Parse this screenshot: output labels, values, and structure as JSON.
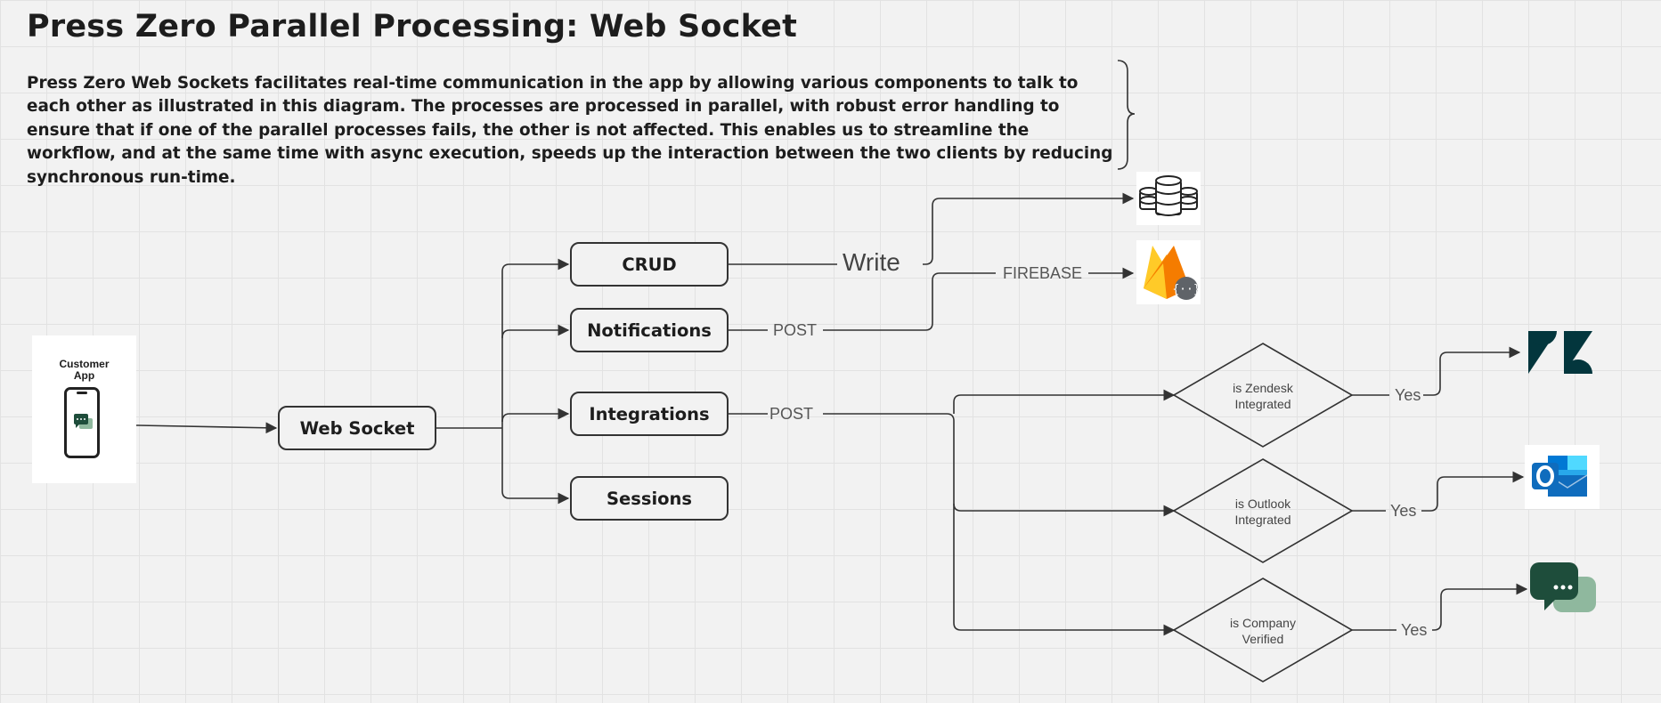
{
  "title": "Press Zero Parallel Processing: Web Socket",
  "description": "Press Zero Web Sockets facilitates real-time communication in the app by allowing various components to talk to each other as illustrated in this diagram. The processes are processed in parallel, with robust error handling to ensure that if one of the parallel processes fails, the other is not affected. This enables us to streamline the workflow, and at the same time with async execution, speeds up the interaction between the two clients by reducing synchronous run-time.",
  "customer_app": {
    "label_line1": "Customer",
    "label_line2": "App"
  },
  "nodes": {
    "web_socket": "Web Socket",
    "crud": "CRUD",
    "notifications": "Notifications",
    "integrations": "Integrations",
    "sessions": "Sessions"
  },
  "edge_labels": {
    "write": "Write",
    "firebase": "FIREBASE",
    "post_notifications": "POST",
    "post_integrations": "POST",
    "yes_zendesk": "Yes",
    "yes_outlook": "Yes",
    "yes_company": "Yes"
  },
  "decisions": {
    "zendesk": {
      "line1": "is Zendesk",
      "line2": "Integrated"
    },
    "outlook": {
      "line1": "is Outlook",
      "line2": "Integrated"
    },
    "company": {
      "line1": "is Company",
      "line2": "Verified"
    }
  },
  "icons": [
    "database-icon",
    "firebase-icon",
    "zendesk-icon",
    "outlook-icon",
    "chat-icon"
  ],
  "colors": {
    "line": "#333333",
    "zendesk": "#03363d",
    "outlook_blue": "#0f6cbd",
    "firebase_yellow": "#ffca28",
    "firebase_orange": "#f57c00",
    "chat_dark": "#1e4d3b",
    "chat_light": "#8fb89e"
  }
}
